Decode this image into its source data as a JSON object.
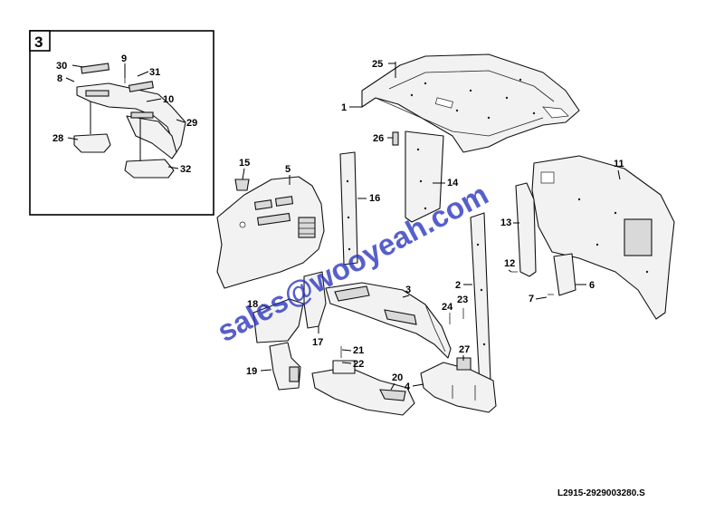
{
  "inset": {
    "tag": "3"
  },
  "callouts": [
    {
      "id": "30",
      "label": "30"
    },
    {
      "id": "8",
      "label": "8"
    },
    {
      "id": "9",
      "label": "9"
    },
    {
      "id": "31",
      "label": "31"
    },
    {
      "id": "10",
      "label": "10"
    },
    {
      "id": "29",
      "label": "29"
    },
    {
      "id": "28",
      "label": "28"
    },
    {
      "id": "32",
      "label": "32"
    },
    {
      "id": "25",
      "label": "25"
    },
    {
      "id": "1",
      "label": "1"
    },
    {
      "id": "26",
      "label": "26"
    },
    {
      "id": "14",
      "label": "14"
    },
    {
      "id": "15",
      "label": "15"
    },
    {
      "id": "5",
      "label": "5"
    },
    {
      "id": "16",
      "label": "16"
    },
    {
      "id": "11",
      "label": "11"
    },
    {
      "id": "13",
      "label": "13"
    },
    {
      "id": "12",
      "label": "12"
    },
    {
      "id": "7",
      "label": "7"
    },
    {
      "id": "6",
      "label": "6"
    },
    {
      "id": "2",
      "label": "2"
    },
    {
      "id": "18",
      "label": "18"
    },
    {
      "id": "17",
      "label": "17"
    },
    {
      "id": "3",
      "label": "3"
    },
    {
      "id": "24",
      "label": "24"
    },
    {
      "id": "23",
      "label": "23"
    },
    {
      "id": "21",
      "label": "21"
    },
    {
      "id": "22",
      "label": "22"
    },
    {
      "id": "27",
      "label": "27"
    },
    {
      "id": "19",
      "label": "19"
    },
    {
      "id": "20",
      "label": "20"
    },
    {
      "id": "4",
      "label": "4"
    }
  ],
  "reference_code": "L2915-2929003280.S",
  "watermark": "sales@wooyeah.com"
}
